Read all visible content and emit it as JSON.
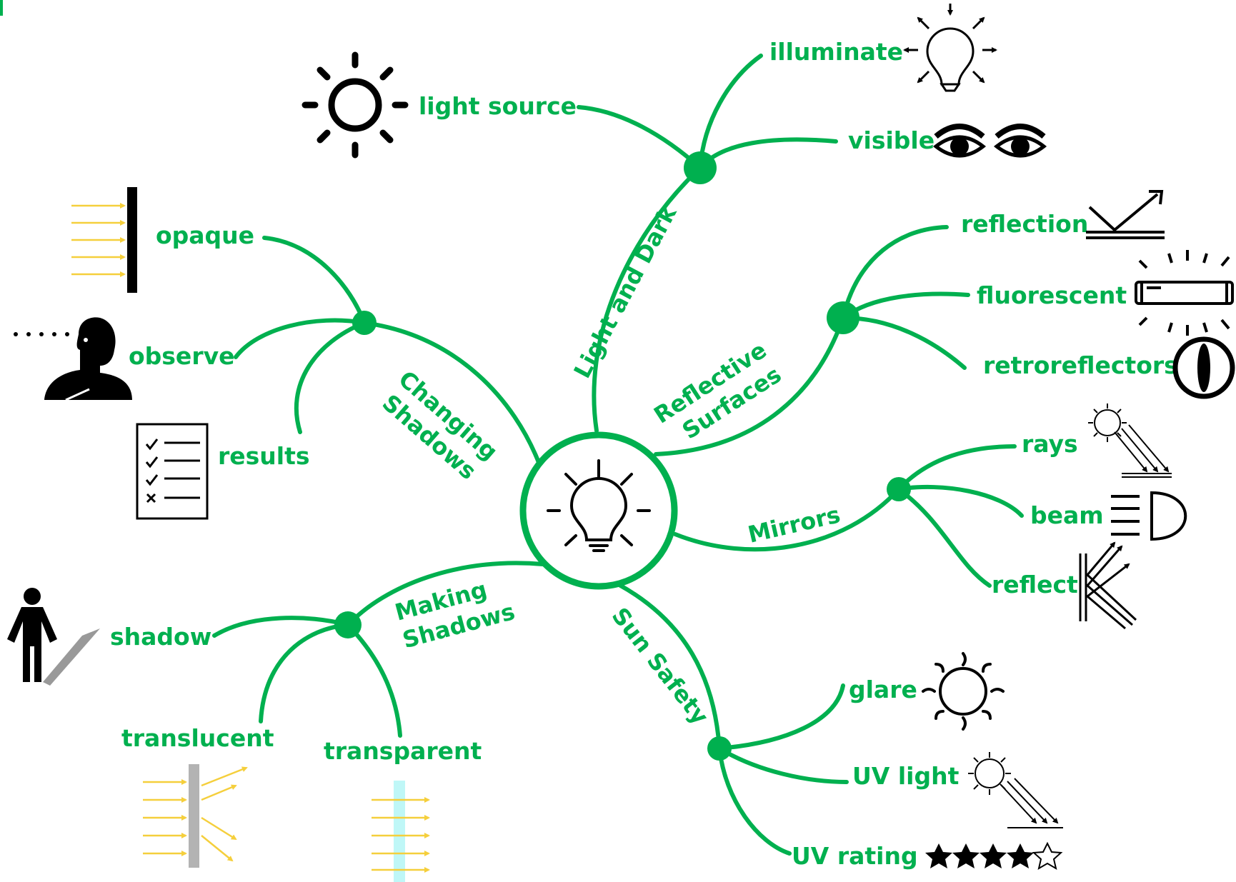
{
  "colors": {
    "accent": "#00b04f",
    "icon": "#000000",
    "ray": "#f5cf3c",
    "glass": "#bff7f7",
    "frosted": "#b3b3b3"
  },
  "center": {
    "icon": "lightbulb-icon"
  },
  "branches": {
    "light_and_dark": {
      "label": "Light and Dark",
      "leaves": {
        "light_source": {
          "label": "light source",
          "icon": "sun-icon"
        },
        "illuminate": {
          "label": "illuminate",
          "icon": "lightbulb-rays-icon"
        },
        "visible": {
          "label": "visible",
          "icon": "eyes-icon"
        }
      }
    },
    "reflective_surfaces": {
      "label_line1": "Reflective",
      "label_line2": "Surfaces",
      "leaves": {
        "reflection": {
          "label": "reflection",
          "icon": "reflection-arrow-icon"
        },
        "fluorescent": {
          "label": "fluorescent",
          "icon": "fluorescent-tube-icon"
        },
        "retroreflectors": {
          "label": "retroreflectors",
          "icon": "cat-eye-icon"
        }
      }
    },
    "mirrors": {
      "label": "Mirrors",
      "leaves": {
        "rays": {
          "label": "rays",
          "icon": "sun-rays-icon"
        },
        "beam": {
          "label": "beam",
          "icon": "headlight-beam-icon"
        },
        "reflect": {
          "label": "reflect",
          "icon": "mirror-reflect-icon"
        }
      }
    },
    "sun_safety": {
      "label": "Sun Safety",
      "leaves": {
        "glare": {
          "label": "glare",
          "icon": "glare-sun-icon"
        },
        "uv_light": {
          "label": "UV light",
          "icon": "uv-sun-icon"
        },
        "uv_rating": {
          "label": "UV rating",
          "icon": "star-rating-icon",
          "rating": 4,
          "max": 5
        }
      }
    },
    "making_shadows": {
      "label_line1": "Making",
      "label_line2": "Shadows",
      "leaves": {
        "shadow": {
          "label": "shadow",
          "icon": "person-shadow-icon"
        },
        "translucent": {
          "label": "translucent",
          "icon": "translucent-panel-icon"
        },
        "transparent": {
          "label": "transparent",
          "icon": "transparent-panel-icon"
        }
      }
    },
    "changing_shadows": {
      "label_line1": "Changing",
      "label_line2": "Shadows",
      "leaves": {
        "opaque": {
          "label": "opaque",
          "icon": "opaque-wall-icon"
        },
        "observe": {
          "label": "observe",
          "icon": "observer-icon"
        },
        "results": {
          "label": "results",
          "icon": "checklist-icon"
        }
      }
    }
  }
}
